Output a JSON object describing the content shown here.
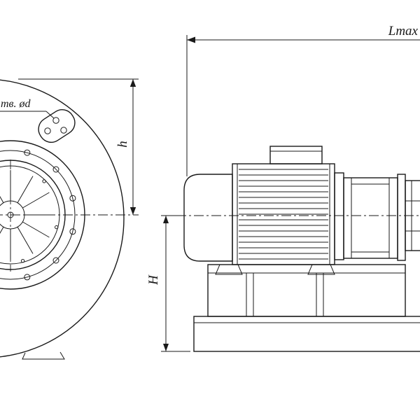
{
  "colors": {
    "line": "#1a1a1a",
    "background": "#ffffff"
  },
  "drawing": {
    "labels": {
      "holes_note": "тв. ød",
      "dim_h": "h",
      "dim_height": "H",
      "dim_length": "Lmax"
    }
  }
}
